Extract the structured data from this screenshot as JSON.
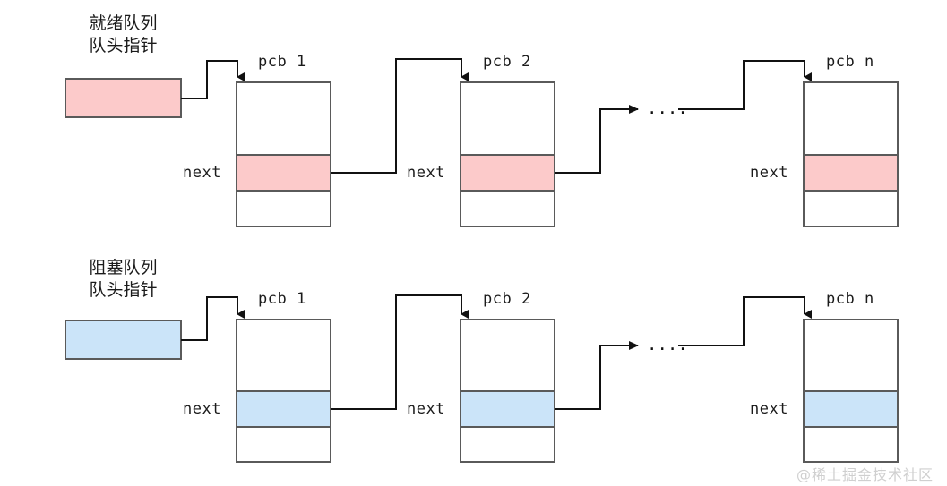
{
  "diagram": {
    "title": "PCB queue linked list diagram",
    "colors": {
      "ready_fill": "#fccaca",
      "blocked_fill": "#cbe4f9",
      "box_stroke": "#5a5a5a",
      "line_stroke": "#111111",
      "background": "#ffffff",
      "watermark": "#cfcfcf"
    },
    "rows": [
      {
        "id": "ready-queue",
        "pointer_label_line1": "就绪队列",
        "pointer_label_line2": "队头指针",
        "pointer_box_fill": "#fccaca",
        "nodes": [
          {
            "title": "pcb 1",
            "field_label": "next",
            "field_fill": "#fccaca"
          },
          {
            "title": "pcb 2",
            "field_label": "next",
            "field_fill": "#fccaca"
          },
          {
            "title": "pcb n",
            "field_label": "next",
            "field_fill": "#fccaca"
          }
        ],
        "ellipsis": "...."
      },
      {
        "id": "blocked-queue",
        "pointer_label_line1": "阻塞队列",
        "pointer_label_line2": "队头指针",
        "pointer_box_fill": "#cbe4f9",
        "nodes": [
          {
            "title": "pcb 1",
            "field_label": "next",
            "field_fill": "#cbe4f9"
          },
          {
            "title": "pcb 2",
            "field_label": "next",
            "field_fill": "#cbe4f9"
          },
          {
            "title": "pcb n",
            "field_label": "next",
            "field_fill": "#cbe4f9"
          }
        ],
        "ellipsis": "...."
      }
    ],
    "watermark": "@稀土掘金技术社区"
  }
}
